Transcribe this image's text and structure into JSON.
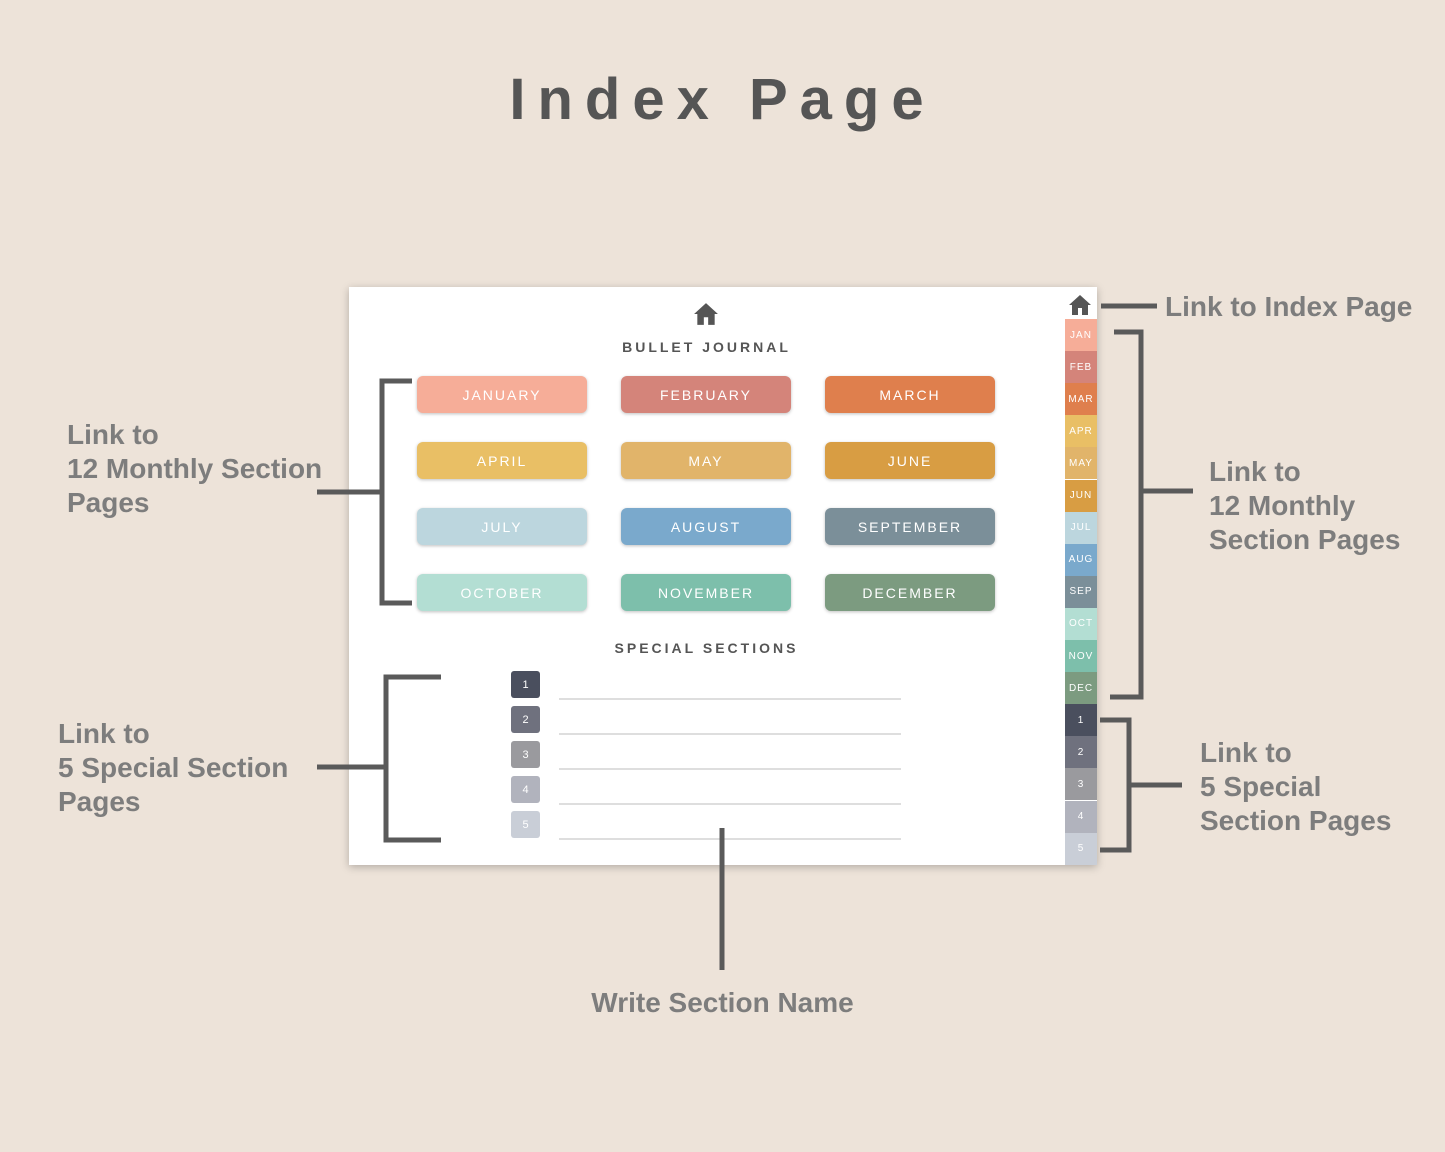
{
  "header": {
    "title": "Index Page"
  },
  "planner": {
    "title": "BULLET JOURNAL",
    "home_icon": "home-icon",
    "months": [
      {
        "label": "JANUARY",
        "color": "#f6ad98"
      },
      {
        "label": "FEBRUARY",
        "color": "#d4847a"
      },
      {
        "label": "MARCH",
        "color": "#df7f4d"
      },
      {
        "label": "APRIL",
        "color": "#e9bf65"
      },
      {
        "label": "MAY",
        "color": "#e1b46a"
      },
      {
        "label": "JUNE",
        "color": "#d89d43"
      },
      {
        "label": "JULY",
        "color": "#bcd6de"
      },
      {
        "label": "AUGUST",
        "color": "#7aa9cc"
      },
      {
        "label": "SEPTEMBER",
        "color": "#7b8f99"
      },
      {
        "label": "OCTOBER",
        "color": "#b3ded3"
      },
      {
        "label": "NOVEMBER",
        "color": "#7dbfab"
      },
      {
        "label": "DECEMBER",
        "color": "#7c9b80"
      }
    ],
    "special_title": "SPECIAL SECTIONS",
    "special_sections": [
      {
        "label": "1",
        "color": "#4a4f5e"
      },
      {
        "label": "2",
        "color": "#6f717e"
      },
      {
        "label": "3",
        "color": "#9a9a9e"
      },
      {
        "label": "4",
        "color": "#b1b3bd"
      },
      {
        "label": "5",
        "color": "#c9ced7"
      }
    ],
    "side_tabs": [
      {
        "label": "JAN",
        "color": "#f6ad98"
      },
      {
        "label": "FEB",
        "color": "#d4847a"
      },
      {
        "label": "MAR",
        "color": "#df7f4d"
      },
      {
        "label": "APR",
        "color": "#e9bf65"
      },
      {
        "label": "MAY",
        "color": "#e1b46a"
      },
      {
        "label": "JUN",
        "color": "#d89d43"
      },
      {
        "label": "JUL",
        "color": "#bcd6de"
      },
      {
        "label": "AUG",
        "color": "#7aa9cc"
      },
      {
        "label": "SEP",
        "color": "#7b8f99"
      },
      {
        "label": "OCT",
        "color": "#b3ded3"
      },
      {
        "label": "NOV",
        "color": "#7dbfab"
      },
      {
        "label": "DEC",
        "color": "#7c9b80"
      },
      {
        "label": "1",
        "color": "#4a4f5e"
      },
      {
        "label": "2",
        "color": "#6f717e"
      },
      {
        "label": "3",
        "color": "#9a9a9e"
      },
      {
        "label": "4",
        "color": "#b1b3bd"
      },
      {
        "label": "5",
        "color": "#c9ced7"
      }
    ]
  },
  "callouts": {
    "left_months": [
      "Link to",
      "12 Monthly Section",
      "Pages"
    ],
    "left_special": [
      "Link to",
      "5 Special Section",
      "Pages"
    ],
    "right_index": "Link to Index Page",
    "right_months": [
      "Link to",
      "12 Monthly",
      "Section Pages"
    ],
    "right_special": [
      "Link to",
      "5 Special",
      "Section Pages"
    ],
    "bottom_write": "Write Section Name"
  },
  "colors": {
    "background": "#ede3d9",
    "bracket": "#5a5a5a",
    "callout_text": "#7d7d7d"
  }
}
